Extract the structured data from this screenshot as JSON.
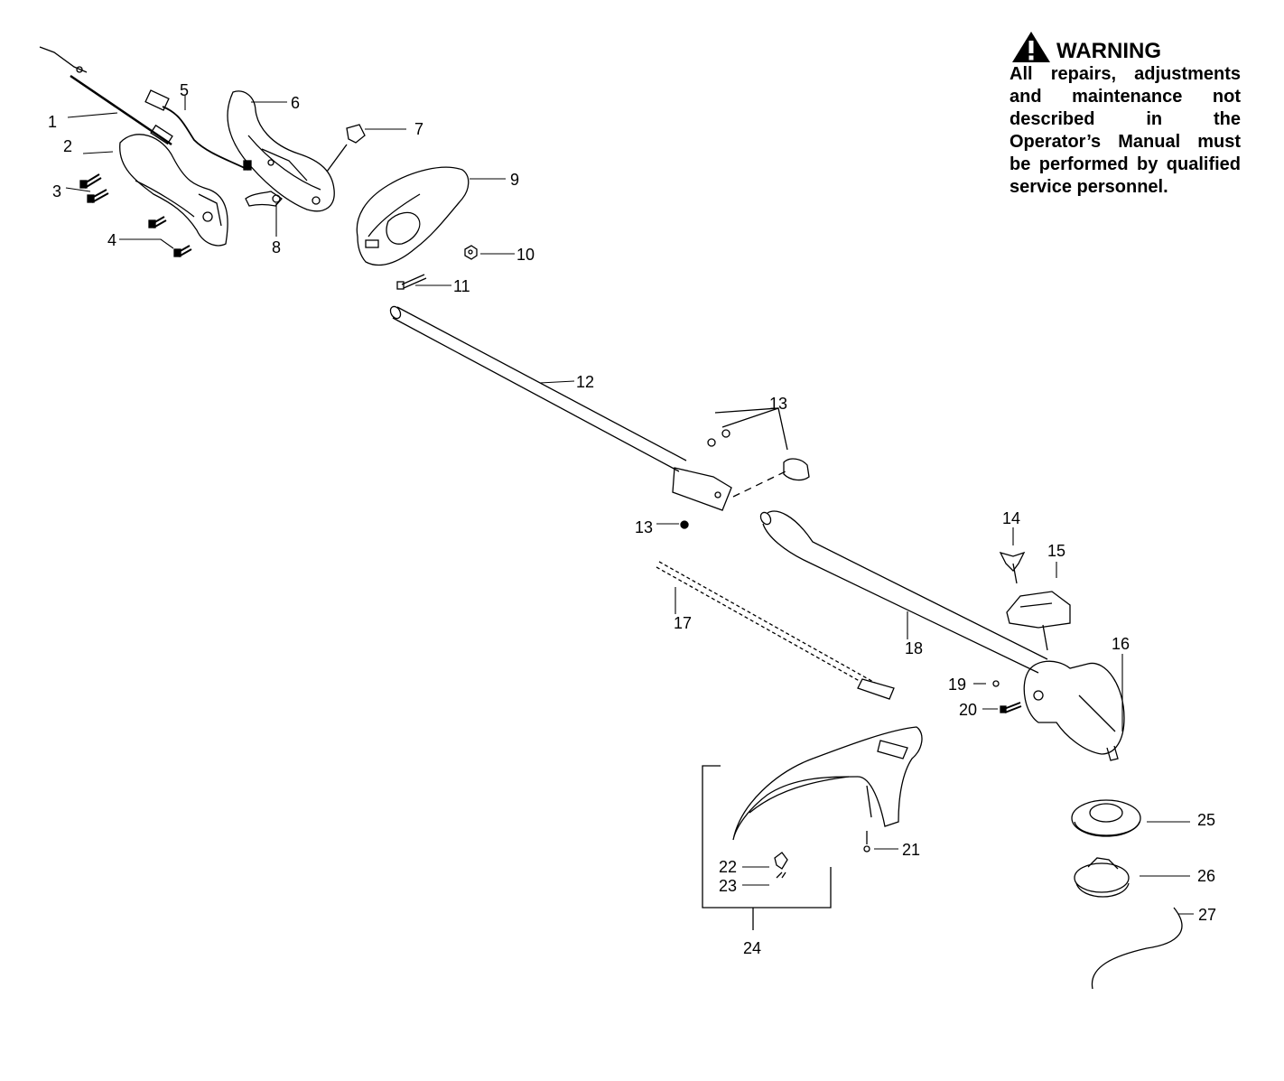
{
  "warning": {
    "title": "WARNING",
    "body": "All repairs, adjustments and maintenance not described in the Operator’s Manual must be performed by qualified service personnel."
  },
  "callouts": {
    "c1": "1",
    "c2": "2",
    "c3": "3",
    "c4": "4",
    "c5": "5",
    "c6": "6",
    "c7": "7",
    "c8": "8",
    "c9": "9",
    "c10": "10",
    "c11": "11",
    "c12": "12",
    "c13a": "13",
    "c13b": "13",
    "c14": "14",
    "c15": "15",
    "c16": "16",
    "c17": "17",
    "c18": "18",
    "c19": "19",
    "c20": "20",
    "c21": "21",
    "c22": "22",
    "c23": "23",
    "c24": "24",
    "c25": "25",
    "c26": "26",
    "c27": "27"
  },
  "colors": {
    "ink": "#000000",
    "paper": "#ffffff",
    "shade": "#555555"
  }
}
